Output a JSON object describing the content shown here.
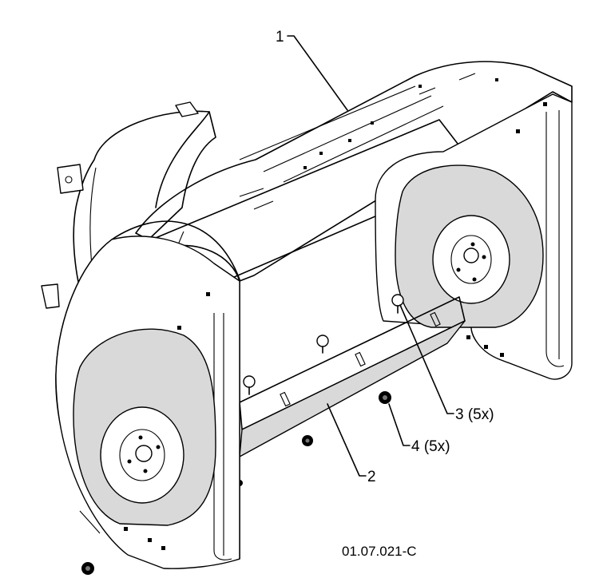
{
  "callouts": [
    {
      "id": "1",
      "label": "1"
    },
    {
      "id": "2",
      "label": "2"
    },
    {
      "id": "3",
      "label": "3 (5x)"
    },
    {
      "id": "4",
      "label": "4 (5x)"
    }
  ],
  "figure_ref": "01.07.021-C"
}
